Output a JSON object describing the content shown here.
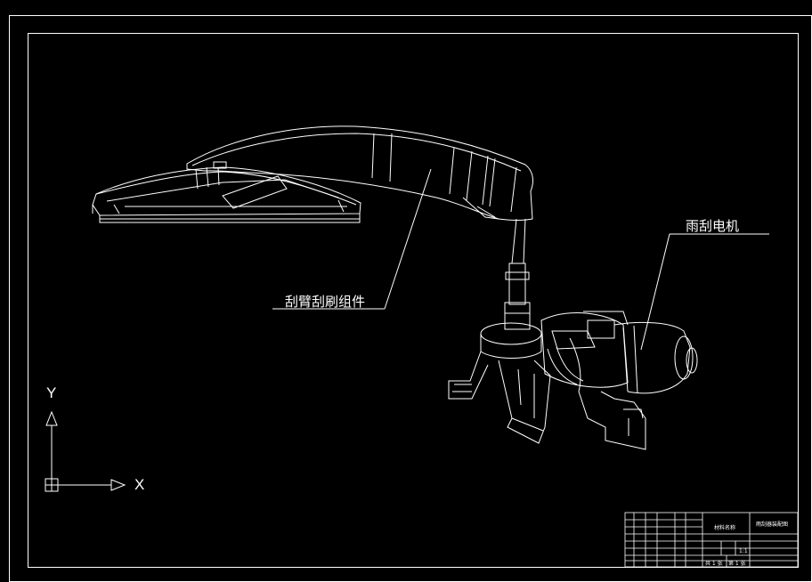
{
  "labels": {
    "arm_assembly": "刮臂刮刷组件",
    "motor": "雨刮电机"
  },
  "ucs": {
    "x": "X",
    "y": "Y"
  },
  "title_block": {
    "material": "材料名称",
    "drawing_title": "雨刮器装配图",
    "scale": "1:1",
    "sheets": [
      "共 1 张",
      "第 1 张"
    ]
  }
}
